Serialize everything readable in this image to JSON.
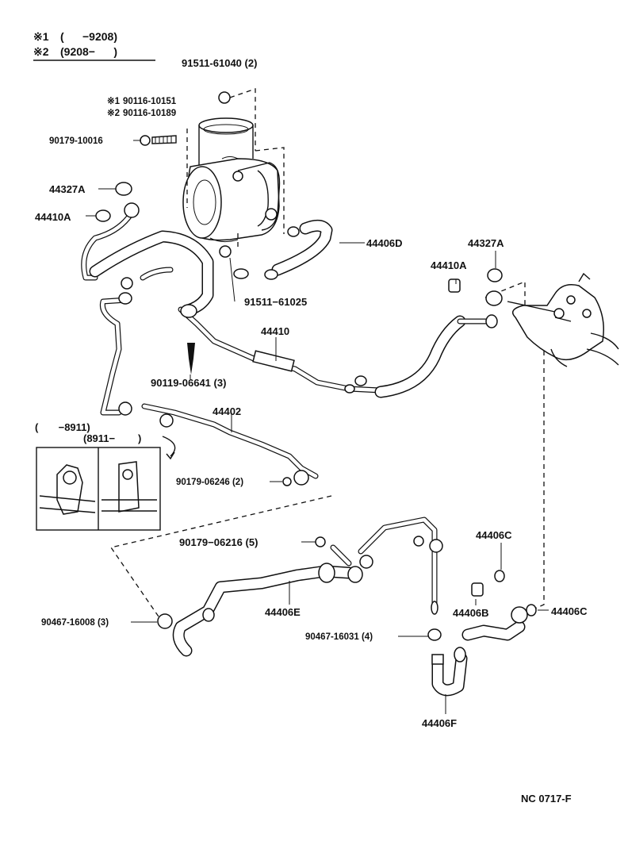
{
  "header": {
    "note1_mark": "※1",
    "note1_range": "(      −9208)",
    "note2_mark": "※2",
    "note2_range": "(9208−      )"
  },
  "labels": {
    "nut_top": "91511-61040 (2)",
    "bolt_n1_mark": "※1",
    "bolt_n1": "90116-10151",
    "bolt_n2_mark": "※2",
    "bolt_n2": "90116-10189",
    "bolt_90179_10016": "90179-10016",
    "grommet_44327A_left": "44327A",
    "bolt_44410A_left": "44410A",
    "hose_44406D": "44406D",
    "grommet_44327A_right": "44327A",
    "bolt_44410A_right": "44410A",
    "bolt_91511_61025": "91511−61025",
    "tube_44410": "44410",
    "bolt_90119_06641": "90119-06641 (3)",
    "tube_44402": "44402",
    "inset_range_left": "(       −8911)",
    "inset_range_right": "(8911−        )",
    "nut_90179_06246": "90179-06246 (2)",
    "nut_90179_06216": "90179−06216 (5)",
    "gasket_44406C_top": "44406C",
    "hose_44406E": "44406E",
    "bolt_44406B": "44406B",
    "gasket_44406C_right": "44406C",
    "clamp_90467_16008": "90467-16008 (3)",
    "clamp_90467_16031": "90467-16031 (4)",
    "hose_44406F": "44406F"
  },
  "footer": {
    "code": "NC  0717-F"
  }
}
